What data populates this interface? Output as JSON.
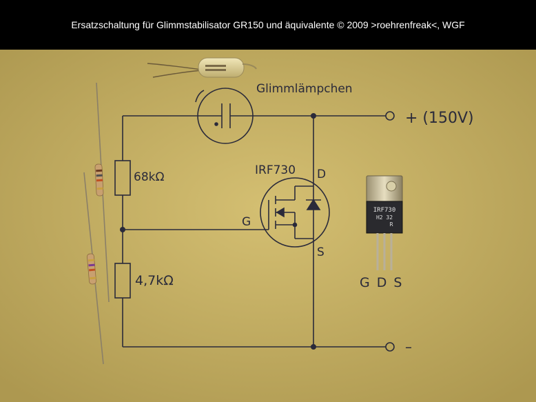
{
  "title": "Ersatzschaltung für Glimmstabilisator GR150 und äquivalente © 2009 >roehrenfreak<, WGF",
  "labels": {
    "lamp": "Glimmlämpchen",
    "r_top": "68kΩ",
    "r_bottom": "4,7kΩ",
    "mosfet": "IRF730",
    "drain": "D",
    "gate": "G",
    "source": "S",
    "plus": "+ (150V)",
    "minus": "–",
    "pins": "G D S"
  },
  "chip": {
    "line1": "IRF730",
    "line2": "H2   32",
    "line3": "R"
  },
  "colors": {
    "background": "#000000",
    "paper": "#c7b165",
    "ink": "#2a2a3a",
    "title_text": "#ffffff"
  }
}
